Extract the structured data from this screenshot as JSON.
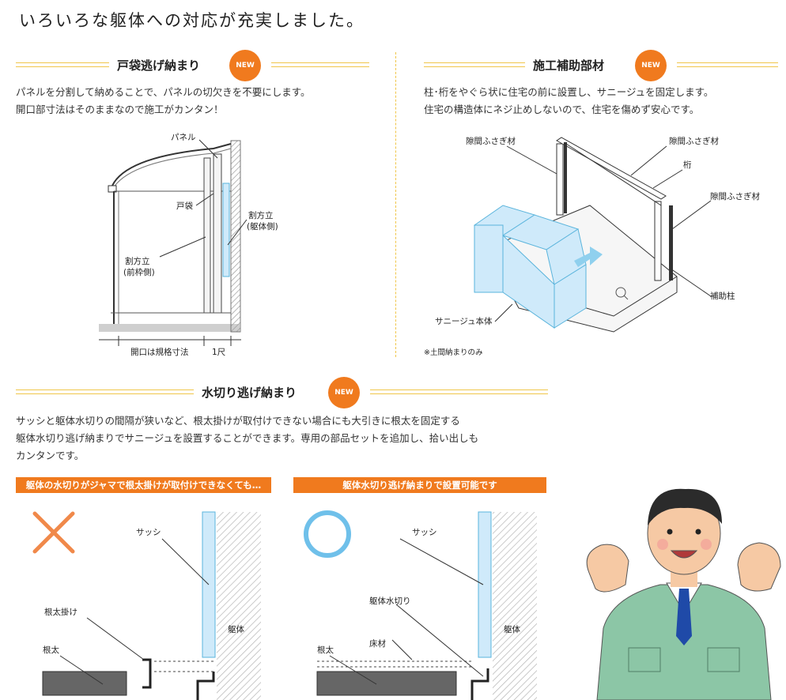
{
  "headline": "いろいろな躯体への対応が充実しました。",
  "badge_label": "NEW",
  "sections": {
    "tobukuro": {
      "title": "戸袋逃げ納まり",
      "desc": [
        "パネルを分割して納めることで、パネルの切欠きを不要にします。",
        "開口部寸法はそのままなので施工がカンタン！"
      ],
      "labels": {
        "panel": "パネル",
        "tobukuro": "戸袋",
        "waritate_kutai": "割方立\n(躯体側)",
        "waritate_kutai_1": "割方立",
        "waritate_kutai_2": "(躯体側)",
        "waritate_mae_1": "割方立",
        "waritate_mae_2": "(前枠側)",
        "kaikou": "開口は規格寸法",
        "isshaku": "1尺"
      }
    },
    "hojo": {
      "title": "施工補助部材",
      "desc": [
        "柱･桁をやぐら状に住宅の前に設置し、サニージュを固定します。",
        "住宅の構造体にネジ止めしないので、住宅を傷めず安心です。"
      ],
      "labels": {
        "sukima1": "隙間ふさぎ材",
        "sukima2": "隙間ふさぎ材",
        "keta": "桁",
        "sukima3": "隙間ふさぎ材",
        "hojobashira": "補助柱",
        "honntai": "サニージュ本体",
        "note": "※土間納まりのみ"
      }
    },
    "mizukiri": {
      "title": "水切り逃げ納まり",
      "desc": [
        "サッシと躯体水切りの間隔が狭いなど、根太掛けが取付けできない場合にも大引きに根太を固定する",
        "躯体水切り逃げ納まりでサニージュを設置することができます。専用の部品セットを追加し、拾い出しも",
        "カンタンです。"
      ],
      "bad_caption": "躯体の水切りがジャマで根太掛けが取付けできなくても…",
      "good_caption": "躯体水切り逃げ納まりで設置可能です",
      "bad_labels": {
        "sash": "サッシ",
        "nedakake": "根太掛け",
        "kutai": "躯体",
        "neda": "根太"
      },
      "good_labels": {
        "sash": "サッシ",
        "kutai_mizukiri": "躯体水切り",
        "kutai": "躯体",
        "yuka": "床材",
        "neda": "根太"
      }
    }
  },
  "colors": {
    "accent": "#f07a1e",
    "rule": "#f0c64a",
    "glass": "#bfe6f7",
    "glass_edge": "#5ab4dc"
  }
}
